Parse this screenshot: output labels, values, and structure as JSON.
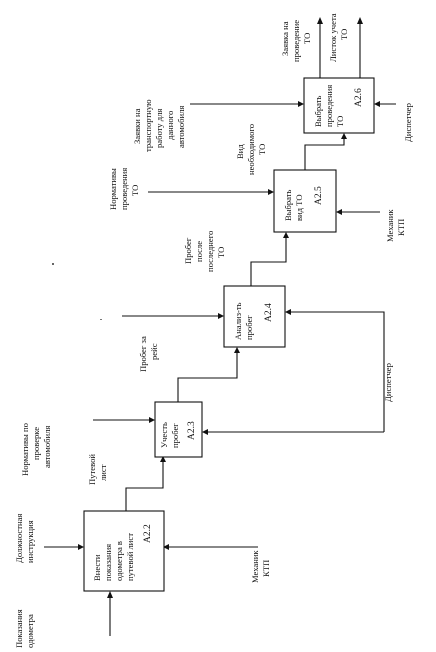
{
  "blocks": [
    {
      "id": "A2.2",
      "code": "A2.2",
      "lines": [
        "Внести",
        "показания",
        "одометра в",
        "путевой лист"
      ]
    },
    {
      "id": "A2.3",
      "code": "A2.3",
      "lines": [
        "Учесть",
        "пробег"
      ]
    },
    {
      "id": "A2.4",
      "code": "A2.4",
      "lines": [
        "Анализ-ть",
        "пробег"
      ]
    },
    {
      "id": "A2.5",
      "code": "A2.5",
      "lines": [
        "Выбрать",
        "вид ТО"
      ]
    },
    {
      "id": "A2.6",
      "code": "A2.6",
      "lines": [
        "Выбрать",
        "проведения",
        "ТО"
      ]
    }
  ],
  "labels": {
    "odometer": [
      "Показания",
      "одометра"
    ],
    "instruction": [
      "Должностная",
      "инструкция"
    ],
    "mechanic1": [
      "Механик",
      "КТП"
    ],
    "waybill": [
      "Путевой",
      "лист"
    ],
    "norm_check": [
      "Нормативы по",
      "проверке",
      "автомобиля"
    ],
    "dispatcher1": [
      "Диспетчер"
    ],
    "trip_mileage": [
      "Пробег за",
      "рейс"
    ],
    "mileage_since": [
      "Пробег",
      "после",
      "последнего",
      "ТО"
    ],
    "norm_maint": [
      "Нормативы",
      "проведения",
      "ТО"
    ],
    "mechanic2": [
      "Механик",
      "КТП"
    ],
    "type_needed": [
      "Вид",
      "необходимого",
      "ТО"
    ],
    "requests": [
      "Заявки на",
      "транспортную",
      "работу для",
      "данного",
      "автомобиля"
    ],
    "dispatcher2": [
      "Диспетчер"
    ],
    "request_out": [
      "Заявка на",
      "проведение",
      "ТО"
    ],
    "sheet_out": [
      "Листок учета",
      "ТО"
    ]
  }
}
